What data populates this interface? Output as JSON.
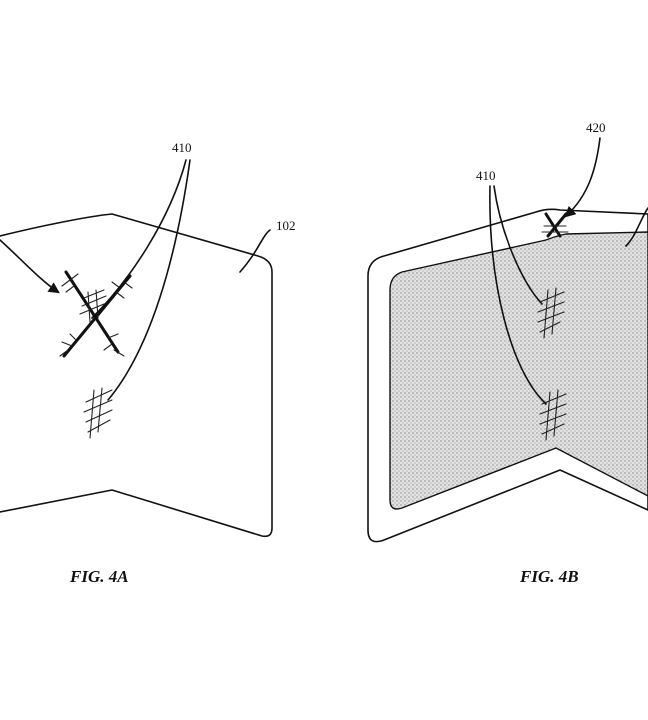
{
  "figures": [
    {
      "caption": "FIG. 4A",
      "refs": [
        "410",
        "102"
      ]
    },
    {
      "caption": "FIG. 4B",
      "refs": [
        "420",
        "410"
      ]
    }
  ]
}
